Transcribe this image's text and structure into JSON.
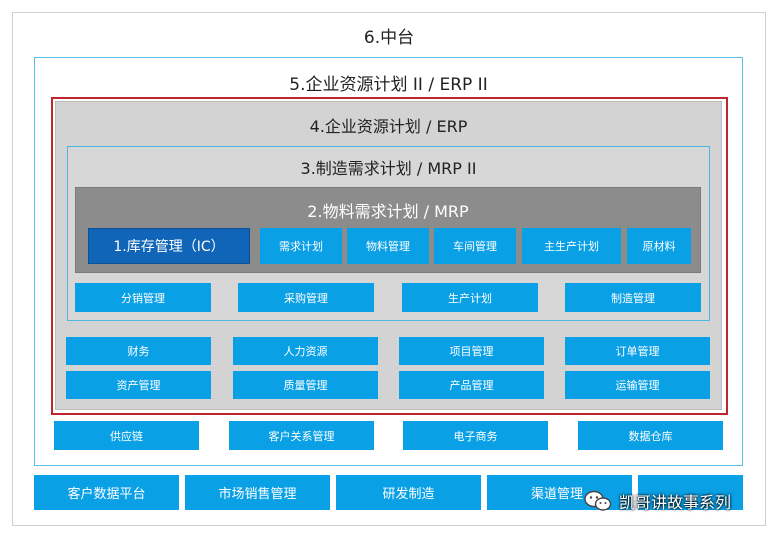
{
  "layers": {
    "l6": "6.中台",
    "l5": "5.企业资源计划 II  /  ERP II",
    "l4": "4.企业资源计划 / ERP",
    "l3": "3.制造需求计划 / MRP II",
    "l2": "2.物料需求计划 / MRP",
    "l1": "1.库存管理（IC）"
  },
  "mrp_modules": [
    "需求计划",
    "物料管理",
    "车间管理",
    "主生产计划",
    "原材料"
  ],
  "mrp2_modules": [
    "分销管理",
    "采购管理",
    "生产计划",
    "制造管理"
  ],
  "erp_modules": [
    "财务",
    "人力资源",
    "项目管理",
    "订单管理",
    "资产管理",
    "质量管理",
    "产品管理",
    "运输管理"
  ],
  "erp2_modules": [
    "供应链",
    "客户关系管理",
    "电子商务",
    "数据仓库"
  ],
  "platform_modules": [
    "客户数据平台",
    "市场销售管理",
    "研发制造",
    "渠道管理",
    ""
  ],
  "watermark": "凯哥讲故事系列",
  "watermark_icon": "wechat-icon"
}
